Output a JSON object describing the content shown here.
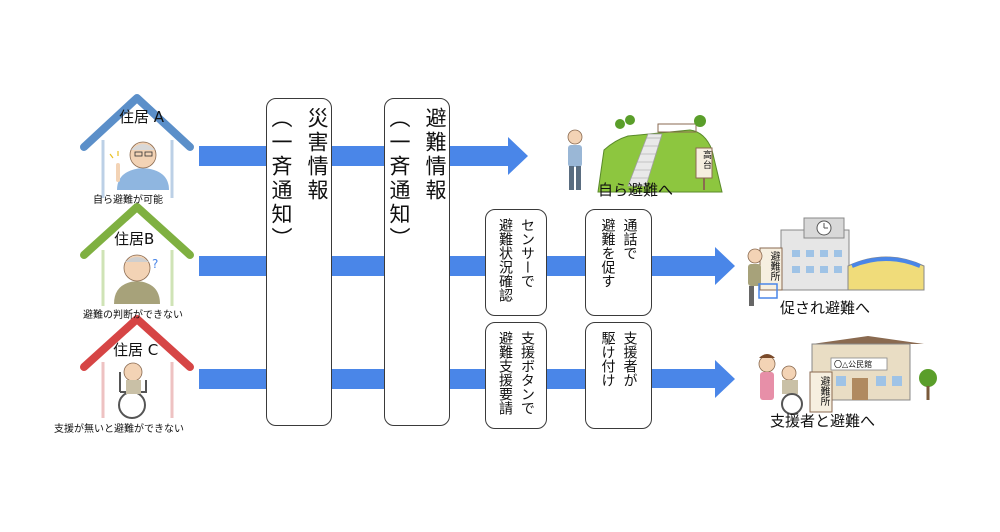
{
  "houses": [
    {
      "title": "住居 A",
      "caption": "自ら避難が可能",
      "roof_color": "#5b8fc9"
    },
    {
      "title": "住居B",
      "caption": "避難の判断ができない",
      "roof_color": "#7fb041"
    },
    {
      "title": "住居 C",
      "caption": "支援が無いと避難ができない",
      "roof_color": "#d64545"
    }
  ],
  "info_boxes": [
    {
      "lines": [
        "災害情報",
        "（一斉通知）"
      ]
    },
    {
      "lines": [
        "避難情報",
        "（一斉通知）"
      ]
    }
  ],
  "action_boxes": [
    {
      "lines": [
        "センサーで",
        "避難状況確認"
      ]
    },
    {
      "lines": [
        "通話で",
        "避難を促す"
      ]
    },
    {
      "lines": [
        "支援ボタンで",
        "避難支援要請"
      ]
    },
    {
      "lines": [
        "支援者が",
        "駆け付け"
      ]
    }
  ],
  "destinations": [
    {
      "label": "自ら避難へ",
      "sign": "高台"
    },
    {
      "label": "促され避難へ",
      "sign": "避難所"
    },
    {
      "label": "支援者と避難へ",
      "sign": "避難所",
      "building_sign": "〇△公民館"
    }
  ],
  "colors": {
    "arrow": "#4a86e8"
  }
}
